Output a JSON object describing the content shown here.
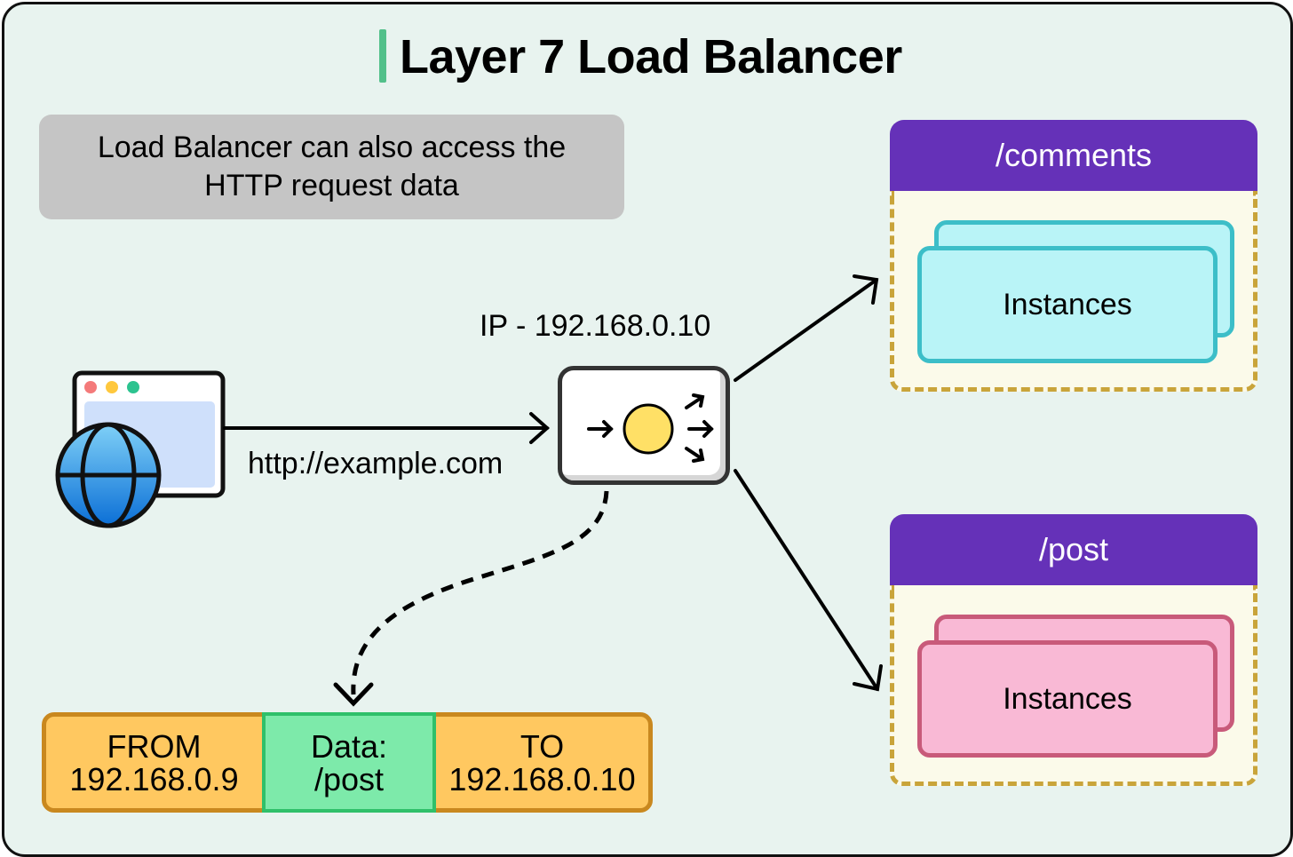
{
  "title": "Layer 7 Load Balancer",
  "note": {
    "line1": "Load Balancer can also access the",
    "line2": "HTTP request data"
  },
  "client": {
    "icon": "browser-with-globe-icon",
    "dots": [
      "#f47a7a",
      "#ffc83d",
      "#2cc38f"
    ]
  },
  "request": {
    "url": "http://example.com"
  },
  "load_balancer": {
    "ip_label": "IP - 192.168.0.10",
    "icon": "load-balancer-icon"
  },
  "targets": [
    {
      "path": "/comments",
      "instances_label": "Instances",
      "color": "cyan"
    },
    {
      "path": "/post",
      "instances_label": "Instances",
      "color": "pink"
    }
  ],
  "packet": {
    "from_label": "FROM",
    "from_ip": "192.168.0.9",
    "data_label": "Data:",
    "data_value": "/post",
    "to_label": "TO",
    "to_ip": "192.168.0.10"
  },
  "colors": {
    "background": "#e8f3ef",
    "title_accent": "#52c08a",
    "group_header": "#6531b8",
    "group_border": "#c9a43a",
    "packet_fill": "#ffc860",
    "packet_data_fill": "#7deaaa"
  }
}
